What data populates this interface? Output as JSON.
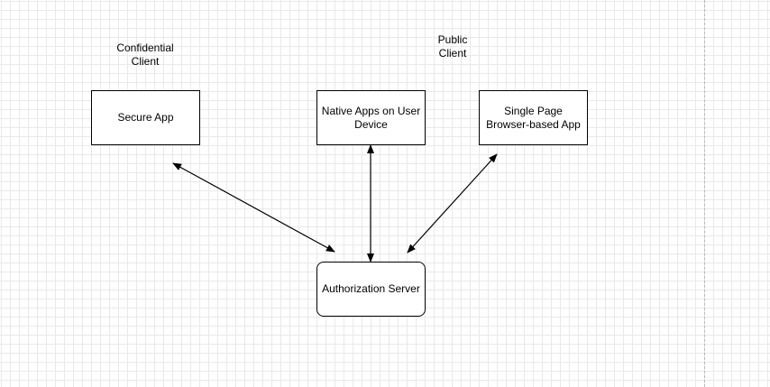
{
  "annotations": {
    "confidential_client": "Confidential\nClient",
    "public_client": "Public\nClient"
  },
  "nodes": {
    "secure_app": "Secure App",
    "native_apps": "Native Apps on User Device",
    "spa": "Single Page Browser-based App",
    "auth_server": "Authorization Server"
  },
  "edges": [
    {
      "from": "secure_app",
      "to": "auth_server",
      "bidirectional": true
    },
    {
      "from": "native_apps",
      "to": "auth_server",
      "bidirectional": true
    },
    {
      "from": "spa",
      "to": "auth_server",
      "bidirectional": true
    }
  ],
  "colors": {
    "stroke": "#000000",
    "grid": "#e9e9e9",
    "page_break": "#b8b8b8"
  }
}
